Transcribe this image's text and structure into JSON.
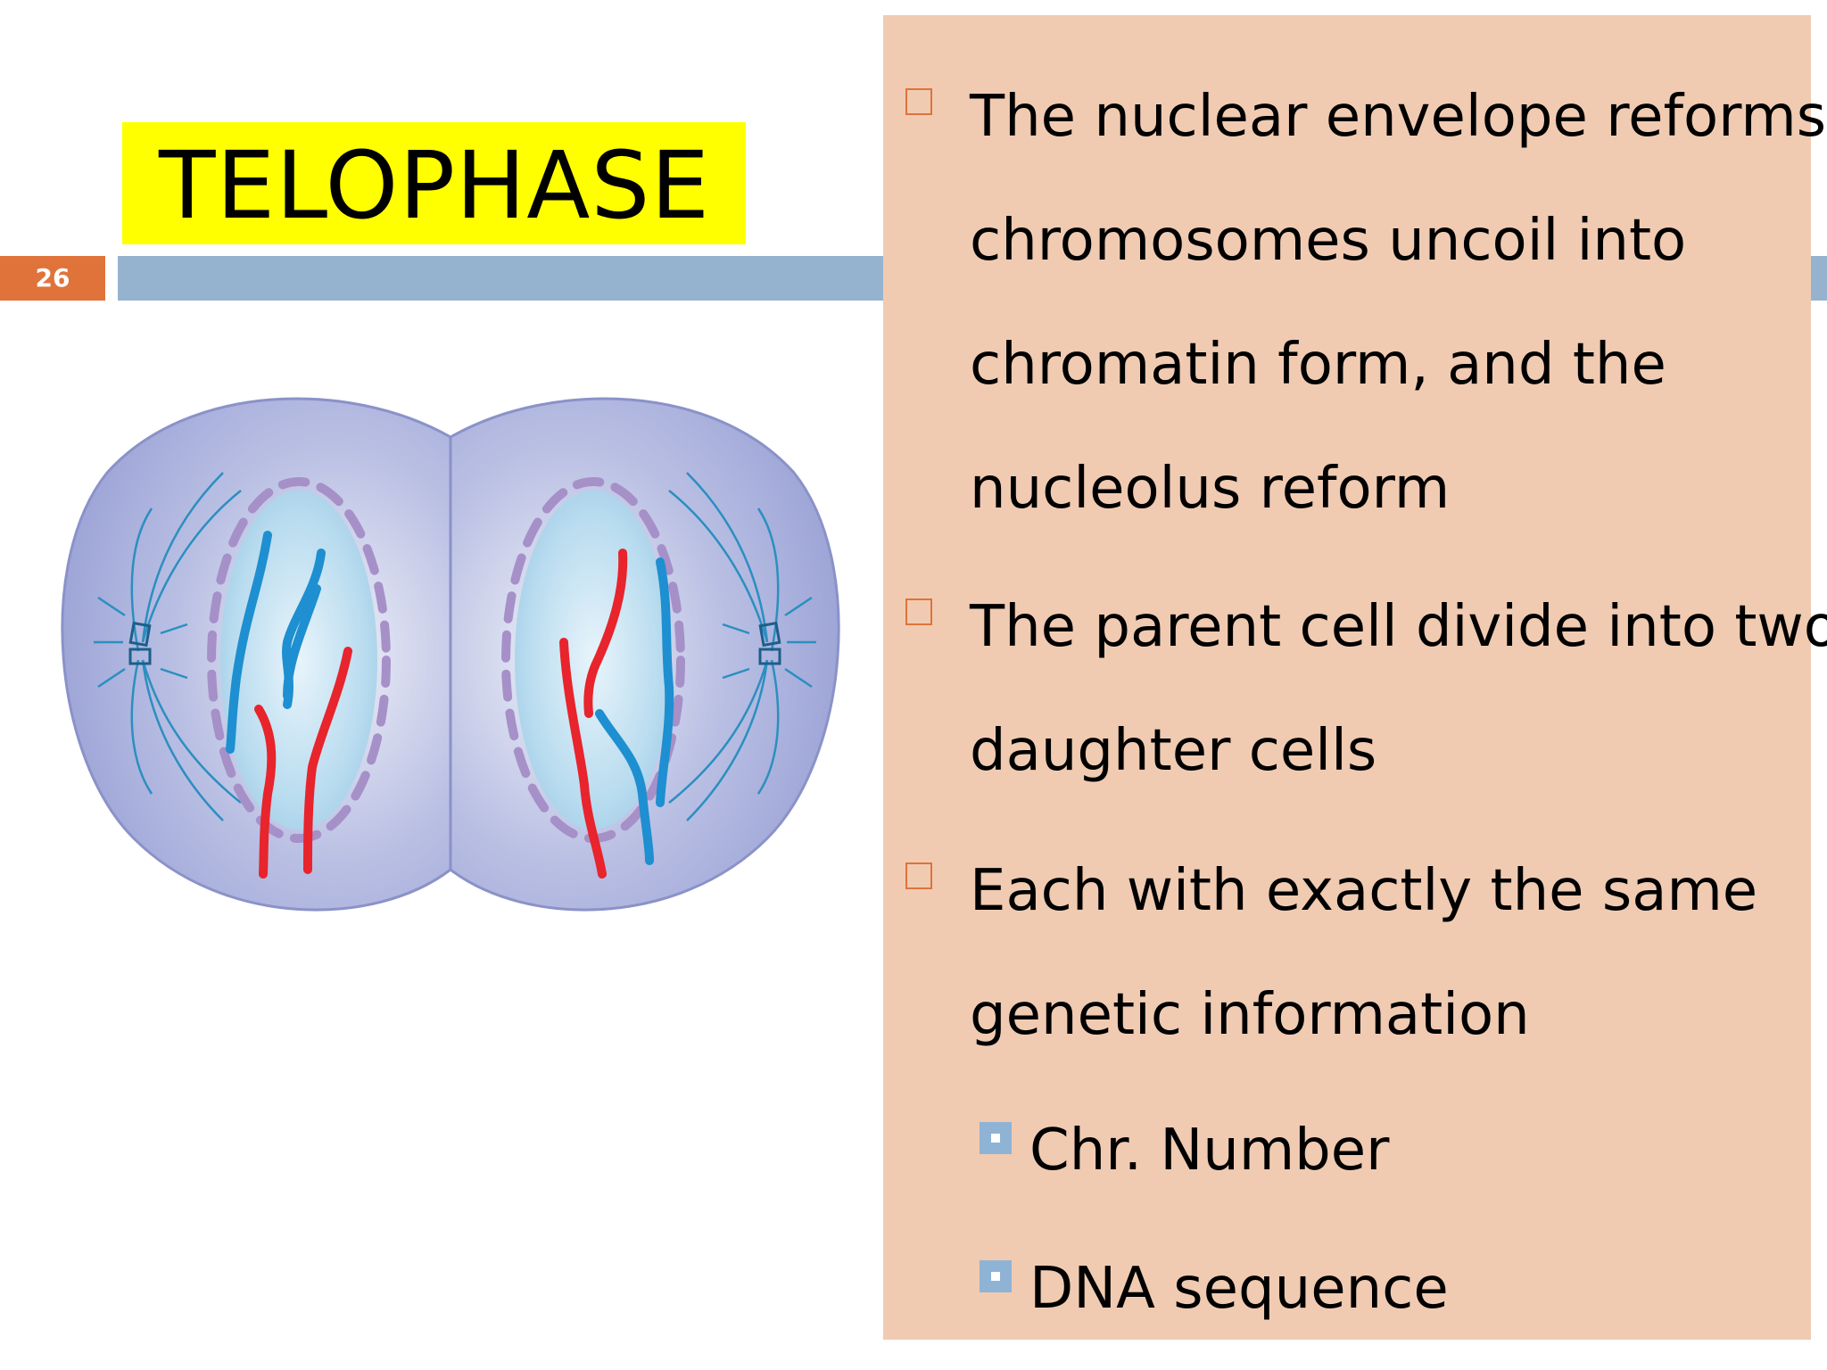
{
  "slide": {
    "title": "TELOPHASE",
    "number": "26"
  },
  "bullets": [
    {
      "lines": [
        "The nuclear envelope reforms,",
        "chromosomes uncoil into",
        "chromatin form, and the",
        "nucleolus reform"
      ]
    },
    {
      "lines": [
        "The parent cell divide into two",
        "daughter cells"
      ]
    },
    {
      "lines": [
        "Each with exactly the same",
        "genetic information"
      ]
    }
  ],
  "subbullets": [
    "Chr. Number",
    "DNA sequence"
  ],
  "colors": {
    "title_bg": "#ffff00",
    "panel_bg": "#f0cbb2",
    "rule": "#95b3cf",
    "slide_number_bg": "#e0733a",
    "cell_fill": "#a8b0dc",
    "chromosome_red": "#e8242c",
    "chromosome_blue": "#1e8fd0"
  }
}
